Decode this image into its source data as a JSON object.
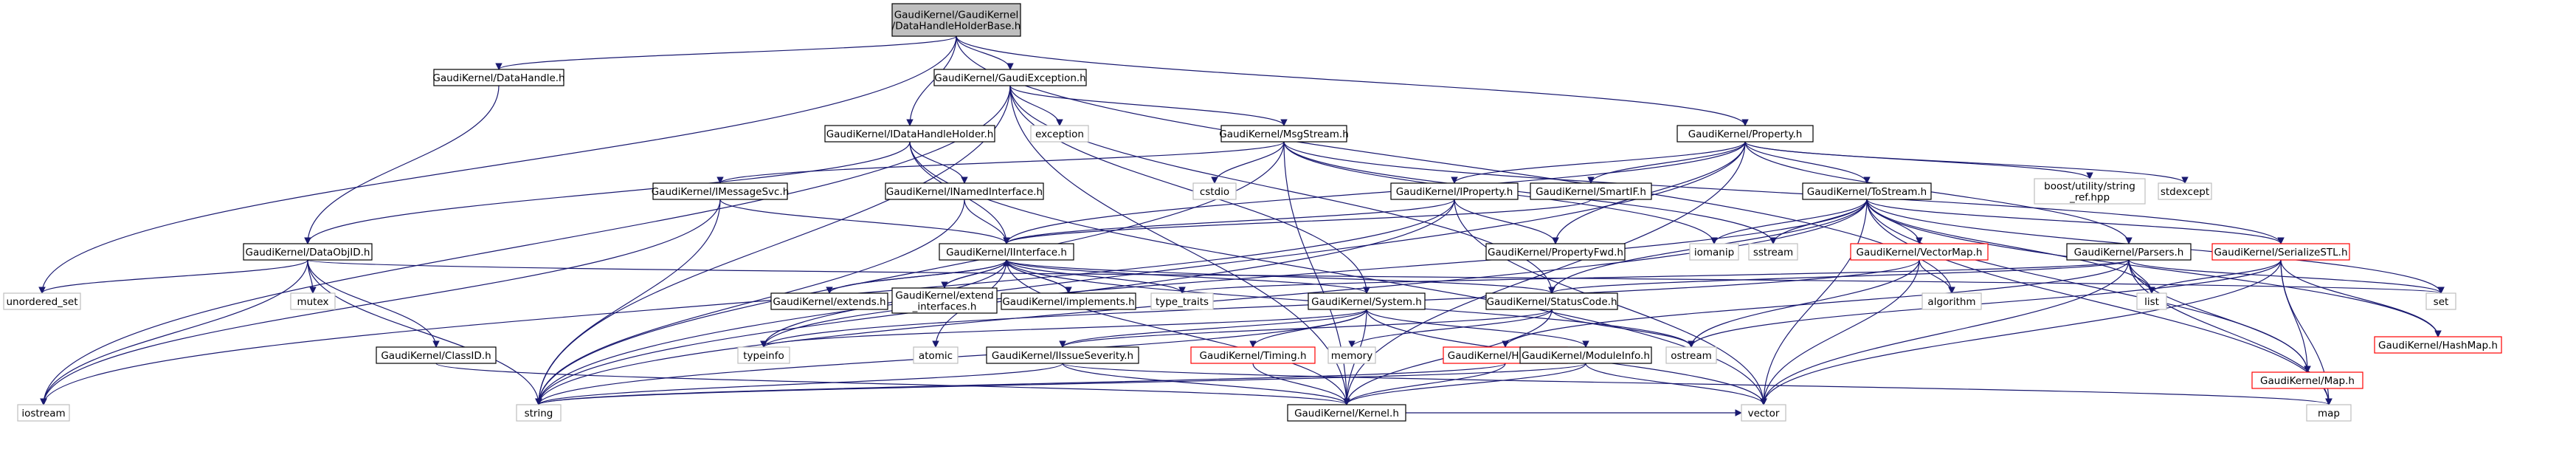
{
  "colors": {
    "edge": "#191970",
    "edge_external": "#aaaaaa",
    "node_border": "#000000",
    "node_border_external": "#bfbfbf",
    "node_border_incomplete": "#ff0000",
    "root_fill": "#bfbfbf",
    "text": "#000000",
    "background": "#ffffff"
  },
  "nodes": [
    {
      "id": "root",
      "label": [
        "GaudiKernel/GaudiKernel",
        "/DataHandleHolderBase.h"
      ],
      "kind": "root"
    },
    {
      "id": "datahandle",
      "label": [
        "GaudiKernel/DataHandle.h"
      ],
      "kind": "normal"
    },
    {
      "id": "gaudiexc",
      "label": [
        "GaudiKernel/GaudiException.h"
      ],
      "kind": "normal"
    },
    {
      "id": "property",
      "label": [
        "GaudiKernel/Property.h"
      ],
      "kind": "normal"
    },
    {
      "id": "idhh",
      "label": [
        "GaudiKernel/IDataHandleHolder.h"
      ],
      "kind": "normal"
    },
    {
      "id": "msgstream",
      "label": [
        "GaudiKernel/MsgStream.h"
      ],
      "kind": "normal"
    },
    {
      "id": "exception",
      "label": [
        "exception"
      ],
      "kind": "external"
    },
    {
      "id": "imessagesvc",
      "label": [
        "GaudiKernel/IMessageSvc.h"
      ],
      "kind": "normal"
    },
    {
      "id": "inamed",
      "label": [
        "GaudiKernel/INamedInterface.h"
      ],
      "kind": "normal"
    },
    {
      "id": "iproperty",
      "label": [
        "GaudiKernel/IProperty.h"
      ],
      "kind": "normal"
    },
    {
      "id": "smartif",
      "label": [
        "GaudiKernel/SmartIF.h"
      ],
      "kind": "normal"
    },
    {
      "id": "tostream",
      "label": [
        "GaudiKernel/ToStream.h"
      ],
      "kind": "normal"
    },
    {
      "id": "cstdio",
      "label": [
        "cstdio"
      ],
      "kind": "external"
    },
    {
      "id": "boostutil",
      "label": [
        "boost/utility/string",
        "_ref.hpp"
      ],
      "kind": "external"
    },
    {
      "id": "stdexcept",
      "label": [
        "stdexcept"
      ],
      "kind": "external"
    },
    {
      "id": "dataobjid",
      "label": [
        "GaudiKernel/DataObjID.h"
      ],
      "kind": "normal"
    },
    {
      "id": "iinterface",
      "label": [
        "GaudiKernel/IInterface.h"
      ],
      "kind": "normal"
    },
    {
      "id": "propertyfwd",
      "label": [
        "GaudiKernel/PropertyFwd.h"
      ],
      "kind": "normal"
    },
    {
      "id": "iomanip",
      "label": [
        "iomanip"
      ],
      "kind": "external"
    },
    {
      "id": "sstream",
      "label": [
        "sstream"
      ],
      "kind": "external"
    },
    {
      "id": "vectormap",
      "label": [
        "GaudiKernel/VectorMap.h"
      ],
      "kind": "incomplete"
    },
    {
      "id": "parsers",
      "label": [
        "GaudiKernel/Parsers.h"
      ],
      "kind": "normal"
    },
    {
      "id": "serializestl",
      "label": [
        "GaudiKernel/SerializeSTL.h"
      ],
      "kind": "incomplete"
    },
    {
      "id": "unordered_set",
      "label": [
        "unordered_set"
      ],
      "kind": "external"
    },
    {
      "id": "mutex",
      "label": [
        "mutex"
      ],
      "kind": "external"
    },
    {
      "id": "extends",
      "label": [
        "GaudiKernel/extends.h"
      ],
      "kind": "normal"
    },
    {
      "id": "extendinterfaces",
      "label": [
        "GaudiKernel/extend",
        "_interfaces.h"
      ],
      "kind": "normal"
    },
    {
      "id": "implements",
      "label": [
        "GaudiKernel/implements.h"
      ],
      "kind": "normal"
    },
    {
      "id": "typetraits",
      "label": [
        "type_traits"
      ],
      "kind": "external"
    },
    {
      "id": "system",
      "label": [
        "GaudiKernel/System.h"
      ],
      "kind": "normal"
    },
    {
      "id": "statuscode",
      "label": [
        "GaudiKernel/StatusCode.h"
      ],
      "kind": "normal"
    },
    {
      "id": "algorithm",
      "label": [
        "algorithm"
      ],
      "kind": "external"
    },
    {
      "id": "list",
      "label": [
        "list"
      ],
      "kind": "external"
    },
    {
      "id": "set",
      "label": [
        "set"
      ],
      "kind": "external"
    },
    {
      "id": "hashmap",
      "label": [
        "GaudiKernel/HashMap.h"
      ],
      "kind": "incomplete"
    },
    {
      "id": "classid",
      "label": [
        "GaudiKernel/ClassID.h"
      ],
      "kind": "normal"
    },
    {
      "id": "typeinfo",
      "label": [
        "typeinfo"
      ],
      "kind": "external"
    },
    {
      "id": "atomic",
      "label": [
        "atomic"
      ],
      "kind": "external"
    },
    {
      "id": "memory",
      "label": [
        "memory"
      ],
      "kind": "external"
    },
    {
      "id": "ostream",
      "label": [
        "ostream"
      ],
      "kind": "external"
    },
    {
      "id": "map_h",
      "label": [
        "GaudiKernel/Map.h"
      ],
      "kind": "incomplete"
    },
    {
      "id": "iissue",
      "label": [
        "GaudiKernel/IIssueSeverity.h"
      ],
      "kind": "normal"
    },
    {
      "id": "timing",
      "label": [
        "GaudiKernel/Timing.h"
      ],
      "kind": "incomplete"
    },
    {
      "id": "histodef",
      "label": [
        "GaudiKernel/HistoDef.h"
      ],
      "kind": "incomplete"
    },
    {
      "id": "moduleinfo",
      "label": [
        "GaudiKernel/ModuleInfo.h"
      ],
      "kind": "normal"
    },
    {
      "id": "iostream",
      "label": [
        "iostream"
      ],
      "kind": "external"
    },
    {
      "id": "string",
      "label": [
        "string"
      ],
      "kind": "external"
    },
    {
      "id": "kernel",
      "label": [
        "GaudiKernel/Kernel.h"
      ],
      "kind": "normal"
    },
    {
      "id": "vector",
      "label": [
        "vector"
      ],
      "kind": "external"
    },
    {
      "id": "map",
      "label": [
        "map"
      ],
      "kind": "external"
    }
  ],
  "edges": [
    [
      "root",
      "datahandle"
    ],
    [
      "root",
      "gaudiexc"
    ],
    [
      "root",
      "property"
    ],
    [
      "root",
      "idhh"
    ],
    [
      "root",
      "unordered_set"
    ],
    [
      "root",
      "algorithm"
    ],
    [
      "datahandle",
      "dataobjid"
    ],
    [
      "gaudiexc",
      "msgstream"
    ],
    [
      "gaudiexc",
      "exception"
    ],
    [
      "gaudiexc",
      "iostream"
    ],
    [
      "gaudiexc",
      "string"
    ],
    [
      "gaudiexc",
      "statuscode"
    ],
    [
      "gaudiexc",
      "system"
    ],
    [
      "gaudiexc",
      "kernel"
    ],
    [
      "property",
      "iproperty"
    ],
    [
      "property",
      "smartif"
    ],
    [
      "property",
      "tostream"
    ],
    [
      "property",
      "propertyfwd"
    ],
    [
      "property",
      "parsers"
    ],
    [
      "property",
      "iinterface"
    ],
    [
      "property",
      "boostutil"
    ],
    [
      "property",
      "stdexcept"
    ],
    [
      "property",
      "string"
    ],
    [
      "property",
      "kernel"
    ],
    [
      "idhh",
      "dataobjid"
    ],
    [
      "idhh",
      "inamed"
    ],
    [
      "idhh",
      "iinterface"
    ],
    [
      "idhh",
      "vector"
    ],
    [
      "msgstream",
      "imessagesvc"
    ],
    [
      "msgstream",
      "serializestl"
    ],
    [
      "msgstream",
      "cstdio"
    ],
    [
      "msgstream",
      "iomanip"
    ],
    [
      "msgstream",
      "sstream"
    ],
    [
      "msgstream",
      "string"
    ],
    [
      "msgstream",
      "kernel"
    ],
    [
      "imessagesvc",
      "iinterface"
    ],
    [
      "imessagesvc",
      "iostream"
    ],
    [
      "imessagesvc",
      "string"
    ],
    [
      "inamed",
      "iinterface"
    ],
    [
      "inamed",
      "string"
    ],
    [
      "iproperty",
      "iinterface"
    ],
    [
      "iproperty",
      "propertyfwd"
    ],
    [
      "iproperty",
      "iostream"
    ],
    [
      "iproperty",
      "string"
    ],
    [
      "iproperty",
      "vector"
    ],
    [
      "smartif",
      "iinterface"
    ],
    [
      "tostream",
      "vectormap"
    ],
    [
      "tostream",
      "serializestl"
    ],
    [
      "tostream",
      "hashmap"
    ],
    [
      "tostream",
      "map_h"
    ],
    [
      "tostream",
      "statuscode"
    ],
    [
      "tostream",
      "iomanip"
    ],
    [
      "tostream",
      "sstream"
    ],
    [
      "tostream",
      "list"
    ],
    [
      "tostream",
      "set"
    ],
    [
      "tostream",
      "string"
    ],
    [
      "tostream",
      "vector"
    ],
    [
      "tostream",
      "map"
    ],
    [
      "tostream",
      "typeinfo"
    ],
    [
      "parsers",
      "statuscode"
    ],
    [
      "parsers",
      "histodef"
    ],
    [
      "parsers",
      "map_h"
    ],
    [
      "parsers",
      "list"
    ],
    [
      "parsers",
      "set"
    ],
    [
      "parsers",
      "vector"
    ],
    [
      "parsers",
      "map"
    ],
    [
      "parsers",
      "typetraits"
    ],
    [
      "serializestl",
      "hashmap"
    ],
    [
      "serializestl",
      "map_h"
    ],
    [
      "serializestl",
      "list"
    ],
    [
      "serializestl",
      "ostream"
    ],
    [
      "serializestl",
      "vector"
    ],
    [
      "serializestl",
      "map"
    ],
    [
      "vectormap",
      "algorithm"
    ],
    [
      "vectormap",
      "ostream"
    ],
    [
      "vectormap",
      "vector"
    ],
    [
      "vectormap",
      "typeinfo"
    ],
    [
      "dataobjid",
      "classid"
    ],
    [
      "dataobjid",
      "iostream"
    ],
    [
      "dataobjid",
      "string"
    ],
    [
      "dataobjid",
      "mutex"
    ],
    [
      "dataobjid",
      "unordered_set"
    ],
    [
      "dataobjid",
      "set"
    ],
    [
      "iinterface",
      "extends"
    ],
    [
      "iinterface",
      "extendinterfaces"
    ],
    [
      "iinterface",
      "implements"
    ],
    [
      "iinterface",
      "system"
    ],
    [
      "iinterface",
      "statuscode"
    ],
    [
      "iinterface",
      "typetraits"
    ],
    [
      "iinterface",
      "typeinfo"
    ],
    [
      "iinterface",
      "atomic"
    ],
    [
      "iinterface",
      "ostream"
    ],
    [
      "iinterface",
      "kernel"
    ],
    [
      "extends",
      "iinterface"
    ],
    [
      "extendinterfaces",
      "iinterface"
    ],
    [
      "implements",
      "iinterface"
    ],
    [
      "system",
      "kernel"
    ],
    [
      "system",
      "iissue"
    ],
    [
      "system",
      "timing"
    ],
    [
      "system",
      "moduleinfo"
    ],
    [
      "system",
      "string"
    ],
    [
      "system",
      "typeinfo"
    ],
    [
      "system",
      "vector"
    ],
    [
      "statuscode",
      "iissue"
    ],
    [
      "statuscode",
      "kernel"
    ],
    [
      "statuscode",
      "memory"
    ],
    [
      "statuscode",
      "ostream"
    ],
    [
      "classid",
      "kernel"
    ],
    [
      "iissue",
      "kernel"
    ],
    [
      "iissue",
      "string"
    ],
    [
      "iissue",
      "map"
    ],
    [
      "timing",
      "kernel"
    ],
    [
      "histodef",
      "kernel"
    ],
    [
      "histodef",
      "string"
    ],
    [
      "moduleinfo",
      "kernel"
    ],
    [
      "moduleinfo",
      "string"
    ],
    [
      "moduleinfo",
      "vector"
    ],
    [
      "kernel",
      "vector"
    ]
  ]
}
